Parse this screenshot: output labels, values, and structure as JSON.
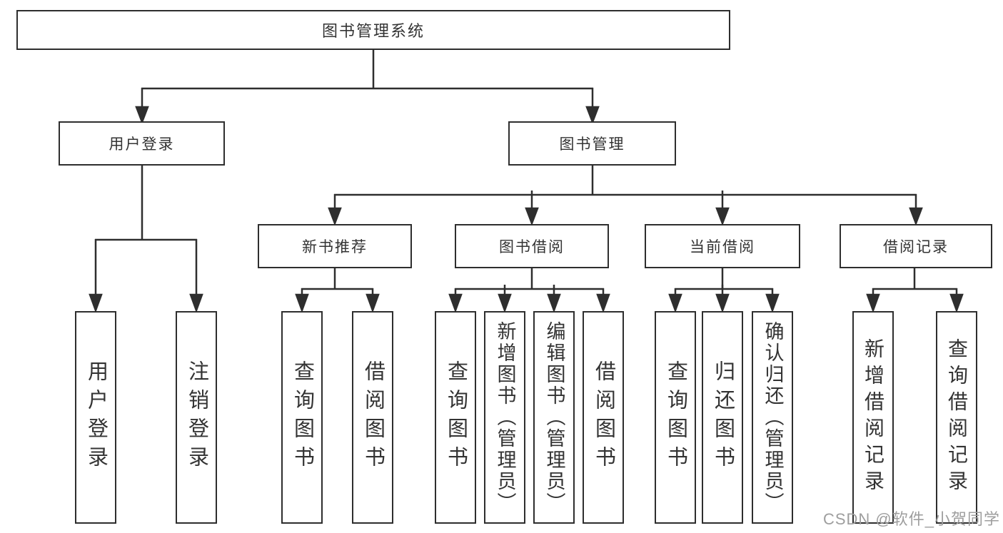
{
  "nodes": {
    "root": "图书管理系统",
    "user_login": "用户登录",
    "book_mgmt": "图书管理",
    "new_books": "新书推荐",
    "book_borrow": "图书借阅",
    "current_borrow": "当前借阅",
    "borrow_records": "借阅记录",
    "leaves_user_login": [
      "用户登录",
      "注销登录"
    ],
    "leaves_new_books": [
      "查询图书",
      "借阅图书"
    ],
    "leaves_book_borrow": [
      "查询图书",
      "新增图书（管理员）",
      "编辑图书（管理员）",
      "借阅图书"
    ],
    "leaves_current_borrow": [
      "查询图书",
      "归还图书",
      "确认归还（管理员）"
    ],
    "leaves_borrow_records": [
      "新增借阅记录",
      "查询借阅记录"
    ]
  },
  "watermark": "CSDN @软件_小贺同学",
  "colors": {
    "line": "#2e2e2e",
    "box_border": "#2e2e2e",
    "text": "#333333",
    "watermark_text": "#9e9e9e",
    "background": "#ffffff"
  }
}
